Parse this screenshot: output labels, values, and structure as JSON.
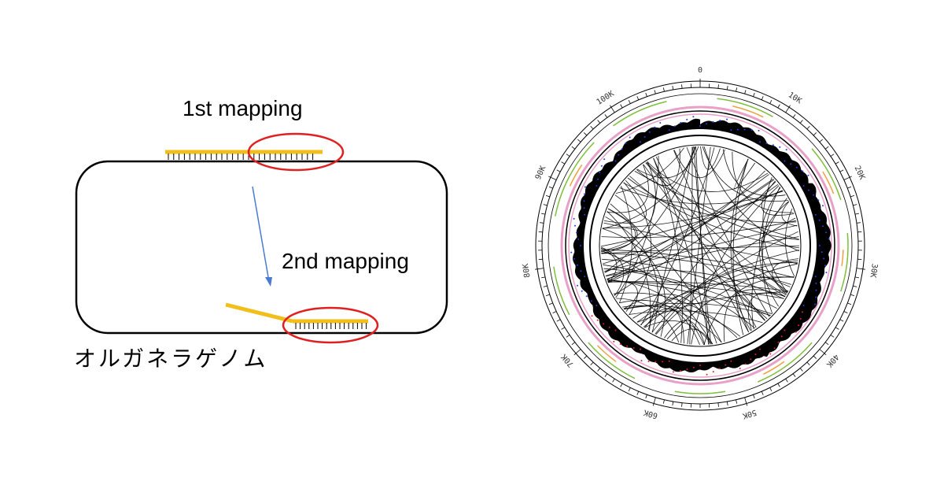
{
  "left_diagram": {
    "first_mapping_label": "1st mapping",
    "second_mapping_label": "2nd mapping",
    "genome_label": "オルガネラゲノム",
    "colors": {
      "read": "#F2BE1A",
      "highlight": "#E02020",
      "arrow": "#4A7BD0",
      "outline": "#000000"
    }
  },
  "circular_map": {
    "tick_labels": [
      "0",
      "10K",
      "20K",
      "30K",
      "40K",
      "50K",
      "60K",
      "70K",
      "80K",
      "90K",
      "100K"
    ],
    "tick_values": [
      0,
      10000,
      20000,
      30000,
      40000,
      50000,
      60000,
      70000,
      80000,
      90000,
      100000
    ],
    "genome_length": 110000,
    "colors": {
      "green_track": "#7DBF3A",
      "orange_track": "#F0A040",
      "pink_track": "#E8A0C8",
      "blue_marks": "#2040E0",
      "red_marks": "#E02020",
      "links": "#000000"
    }
  }
}
